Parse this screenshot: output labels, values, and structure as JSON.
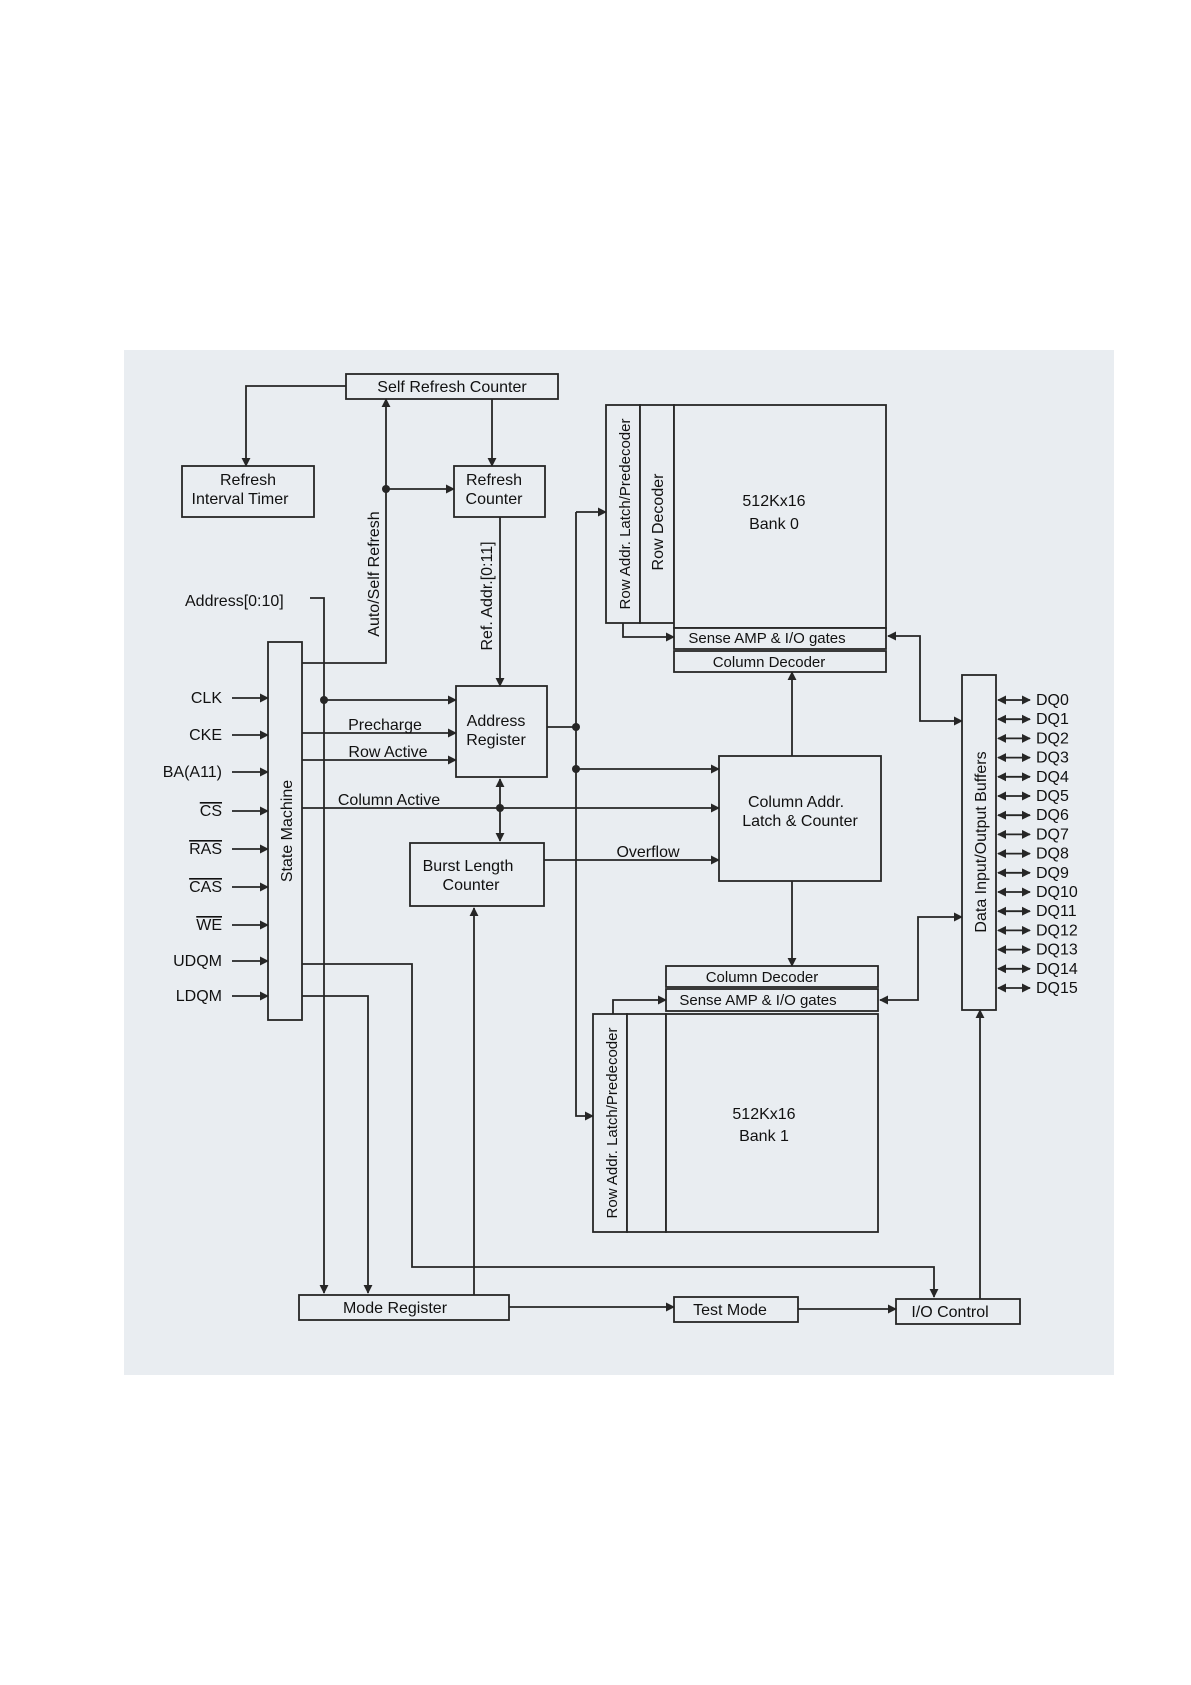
{
  "background_color": "#e9edf1",
  "blocks": {
    "self_refresh_counter": "Self Refresh Counter",
    "refresh_interval_timer": [
      "Refresh",
      "Interval Timer"
    ],
    "refresh_counter": [
      "Refresh",
      "Counter"
    ],
    "state_machine": "State Machine",
    "address_register": [
      "Address",
      "Register"
    ],
    "burst_length_counter": [
      "Burst Length",
      "Counter"
    ],
    "column_addr_latch": [
      "Column Addr.",
      "Latch & Counter"
    ],
    "bank0": [
      "512Kx16",
      "Bank 0"
    ],
    "bank1": [
      "512Kx16",
      "Bank 1"
    ],
    "row_addr_latch": "Row Addr. Latch/Predecoder",
    "row_decoder": "Row Decoder",
    "sense_amp": "Sense AMP & I/O gates",
    "column_decoder": "Column Decoder",
    "data_buffers": "Data Input/Output Buffers",
    "mode_register": "Mode Register",
    "test_mode": "Test Mode",
    "io_control": "I/O Control"
  },
  "signals": {
    "address": "Address[0:10]",
    "auto_self_refresh": "Auto/Self Refresh",
    "ref_addr": "Ref. Addr.[0:11]",
    "precharge": "Precharge",
    "row_active": "Row Active",
    "column_active": "Column Active",
    "overflow": "Overflow"
  },
  "inputs": [
    {
      "label": "CLK",
      "overline": false
    },
    {
      "label": "CKE",
      "overline": false
    },
    {
      "label": "BA(A11)",
      "overline": false
    },
    {
      "label": "CS",
      "overline": true
    },
    {
      "label": "RAS",
      "overline": true
    },
    {
      "label": "CAS",
      "overline": true
    },
    {
      "label": "WE",
      "overline": true
    },
    {
      "label": "UDQM",
      "overline": false
    },
    {
      "label": "LDQM",
      "overline": false
    }
  ],
  "dq": [
    "DQ0",
    "DQ1",
    "DQ2",
    "DQ3",
    "DQ4",
    "DQ5",
    "DQ6",
    "DQ7",
    "DQ8",
    "DQ9",
    "DQ10",
    "DQ11",
    "DQ12",
    "DQ13",
    "DQ14",
    "DQ15"
  ]
}
